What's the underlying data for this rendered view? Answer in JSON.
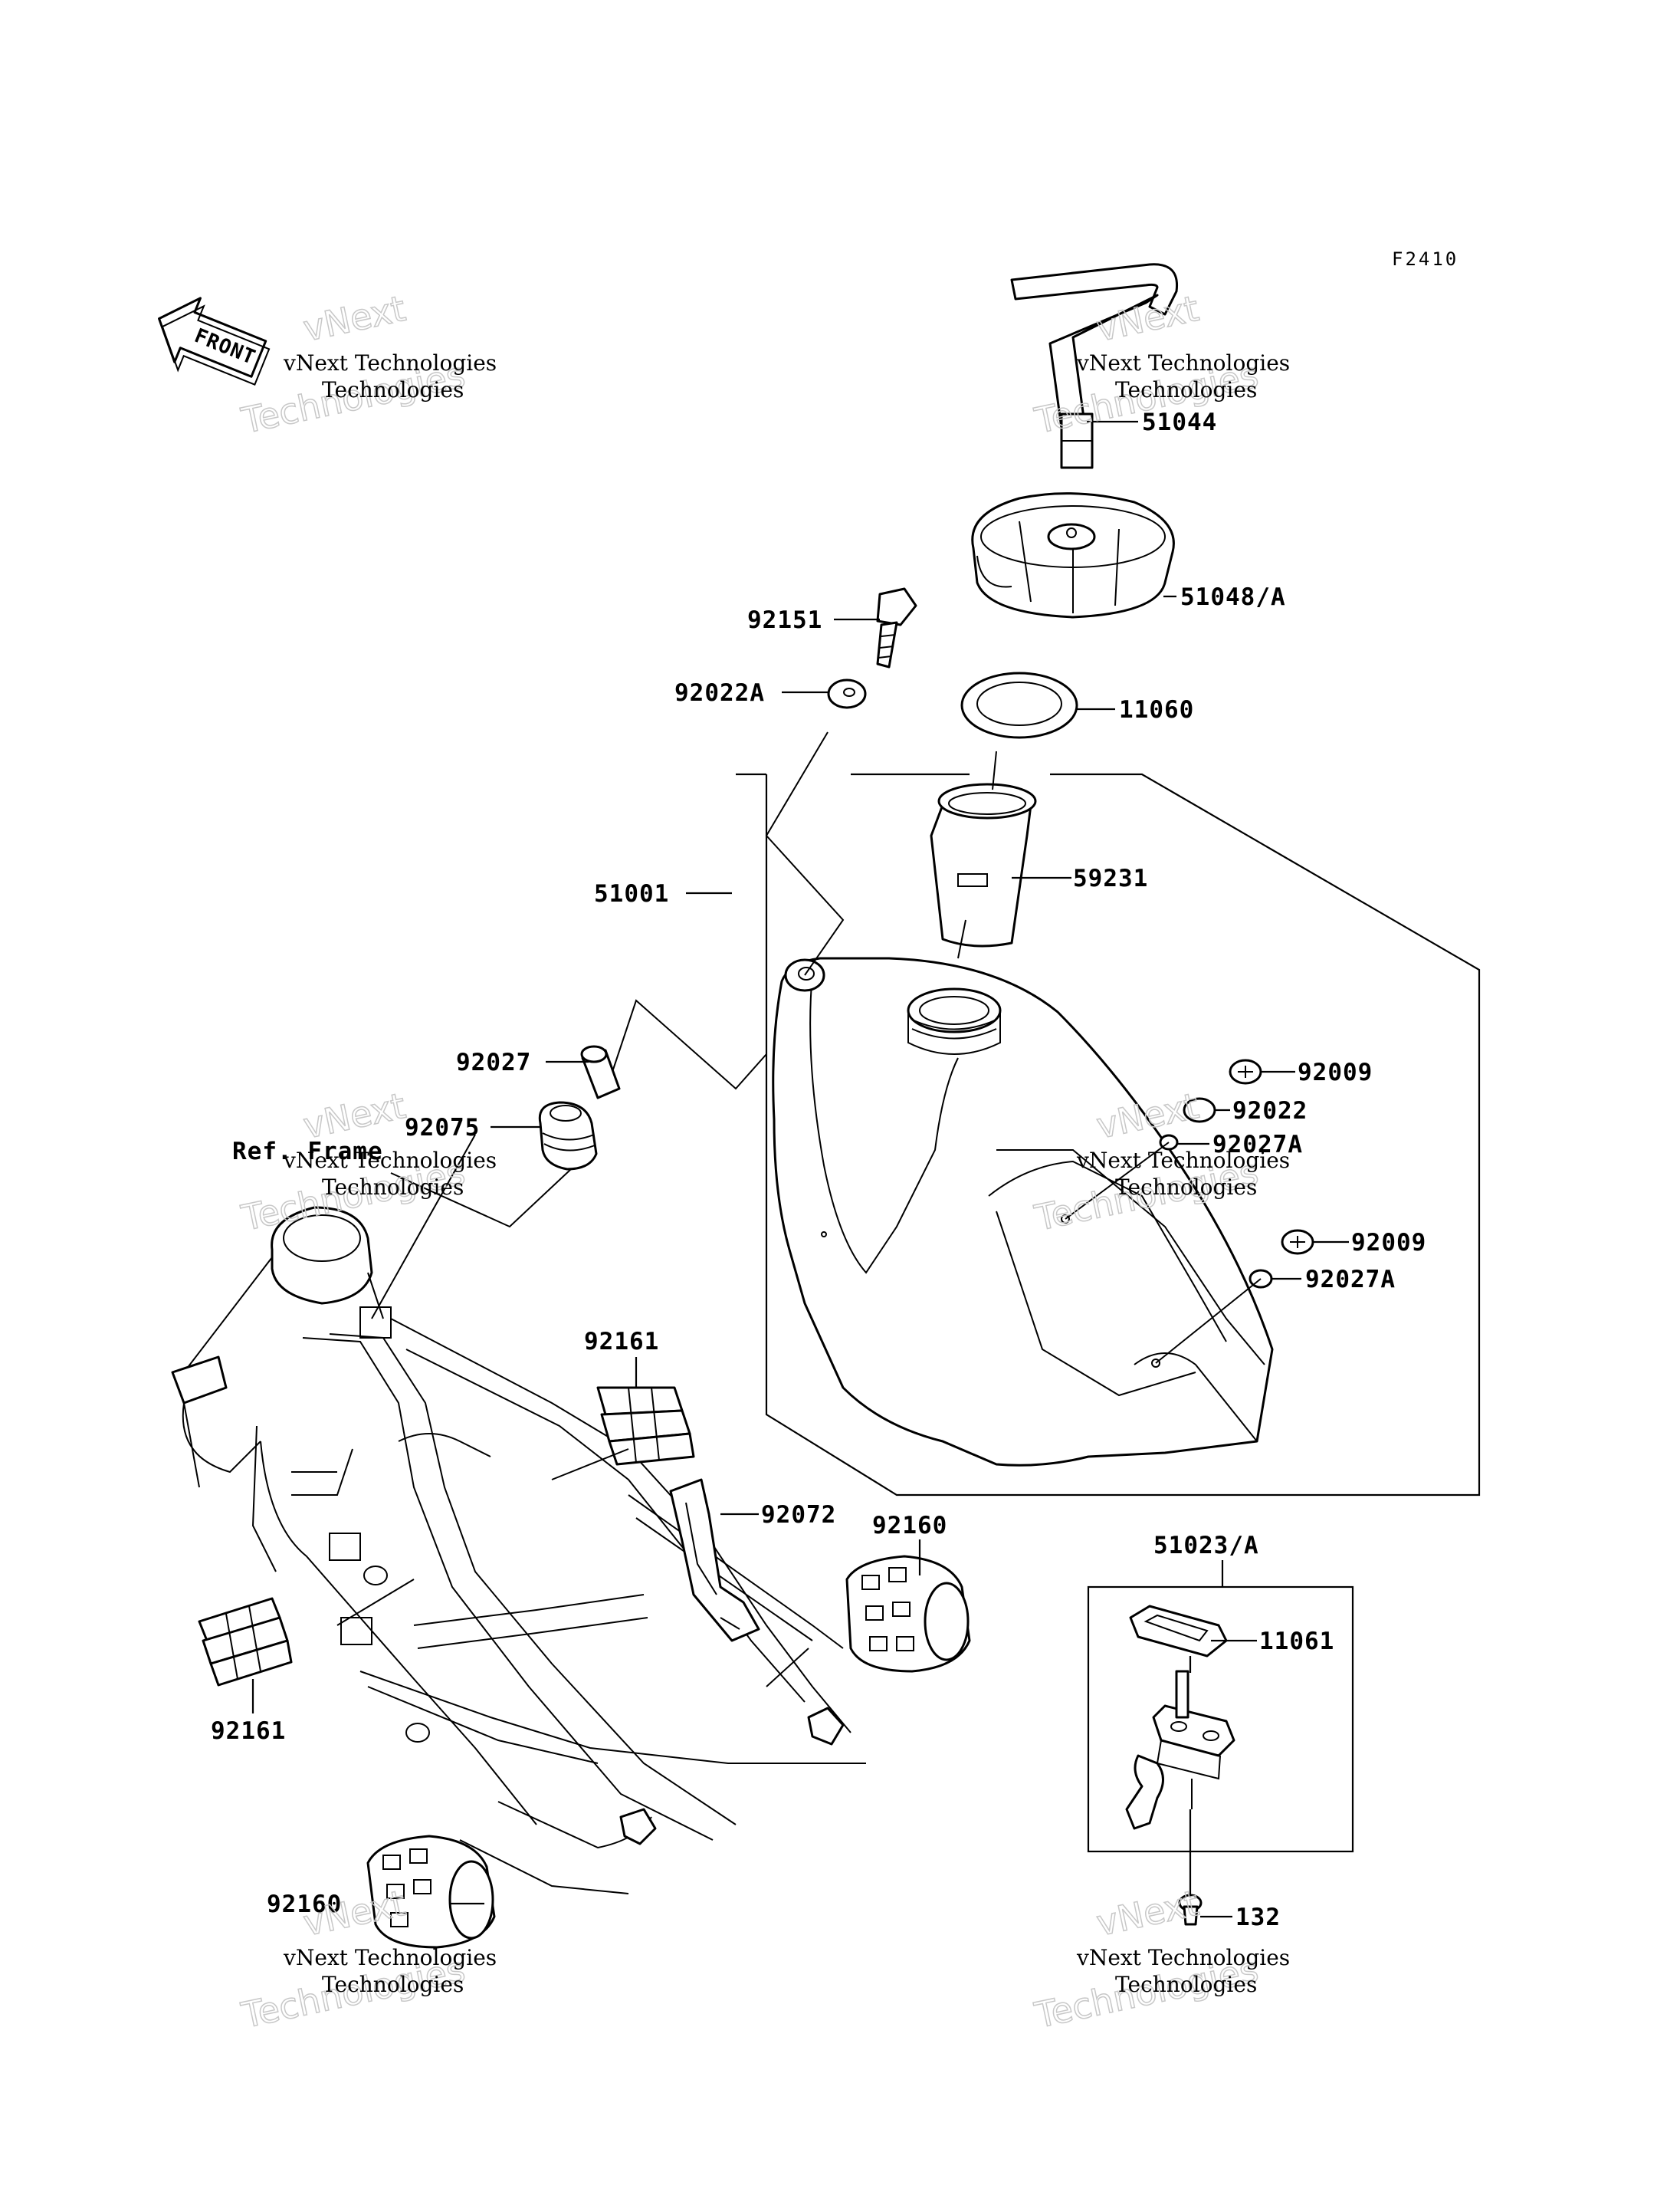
{
  "figure_code": "F2410",
  "front_label": "FRONT",
  "ref_label": "Ref. Frame",
  "watermark": {
    "line1": "vNext Technologies",
    "line2": "Technologies",
    "line3": "vNext"
  },
  "parts": [
    {
      "id": "p51044",
      "text": "51044"
    },
    {
      "id": "p51048",
      "text": "51048/A"
    },
    {
      "id": "p92151",
      "text": "92151"
    },
    {
      "id": "p92022a",
      "text": "92022A"
    },
    {
      "id": "p11060",
      "text": "11060"
    },
    {
      "id": "p51001",
      "text": "51001"
    },
    {
      "id": "p59231",
      "text": "59231"
    },
    {
      "id": "p92027",
      "text": "92027"
    },
    {
      "id": "p92075",
      "text": "92075"
    },
    {
      "id": "p92009a",
      "text": "92009"
    },
    {
      "id": "p92022",
      "text": "92022"
    },
    {
      "id": "p92027a1",
      "text": "92027A"
    },
    {
      "id": "p92009b",
      "text": "92009"
    },
    {
      "id": "p92027a2",
      "text": "92027A"
    },
    {
      "id": "p92161a",
      "text": "92161"
    },
    {
      "id": "p92072",
      "text": "92072"
    },
    {
      "id": "p92160a",
      "text": "92160"
    },
    {
      "id": "p51023",
      "text": "51023/A"
    },
    {
      "id": "p11061",
      "text": "11061"
    },
    {
      "id": "p92161b",
      "text": "92161"
    },
    {
      "id": "p92160b",
      "text": "92160"
    },
    {
      "id": "p132",
      "text": "132"
    }
  ]
}
